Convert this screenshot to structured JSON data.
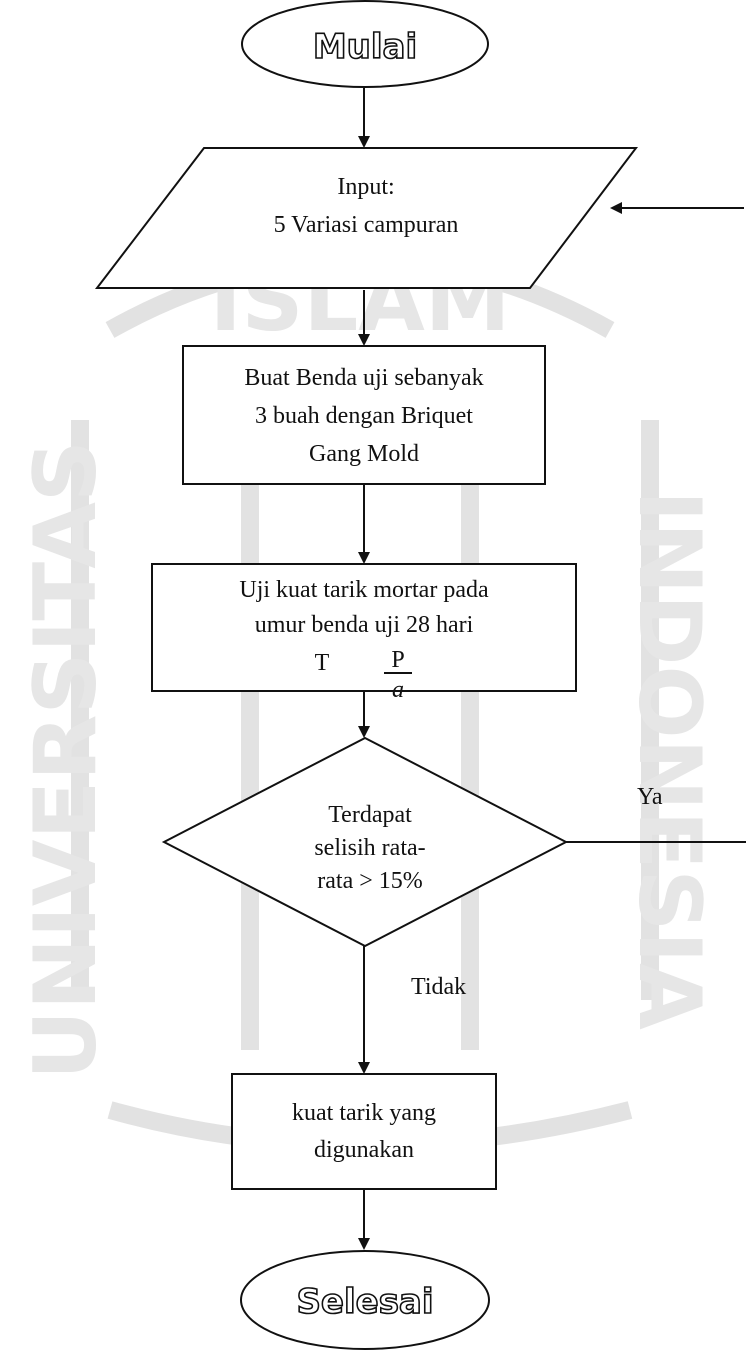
{
  "nodes": {
    "start": "Mulai",
    "input_line1": "Input:",
    "input_line2": "5 Variasi campuran",
    "step1_line1": "Buat Benda uji sebanyak",
    "step1_line2": "3 buah dengan Briquet",
    "step1_line3": "Gang Mold",
    "step2_line1": "Uji kuat tarik mortar pada",
    "step2_line2": "umur benda uji 28 hari",
    "step2_formula_lhs": "T",
    "step2_formula_num": "P",
    "step2_formula_den": "a",
    "decision_line1": "Terdapat",
    "decision_line2": "selisih rata-",
    "decision_line3": "rata > 15%",
    "step3_line1": "kuat tarik yang",
    "step3_line2": "digunakan",
    "end": "Selesai"
  },
  "edges": {
    "yes_label": "Ya",
    "no_label": "Tidak"
  },
  "watermark": {
    "text_top": "ISLAM",
    "text_left": "UNIVERSITAS",
    "text_right": "INDONESIA"
  }
}
